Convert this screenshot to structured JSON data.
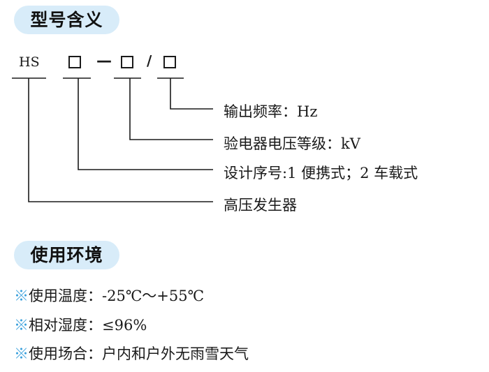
{
  "sections": {
    "model_meaning_title": "型号含义",
    "environment_title": "使用环境"
  },
  "model": {
    "prefix": "HS",
    "dash": "—",
    "slash": "/"
  },
  "descriptions": [
    "输出频率：Hz",
    "验电器电压等级：kV",
    "设计序号:1 便携式；2 车载式",
    "高压发生器"
  ],
  "environment": {
    "mark": "※",
    "items": [
      "使用温度：-25℃～+55℃",
      "相对湿度：≤96%",
      "使用场合：户内和户外无雨雪天气"
    ]
  }
}
